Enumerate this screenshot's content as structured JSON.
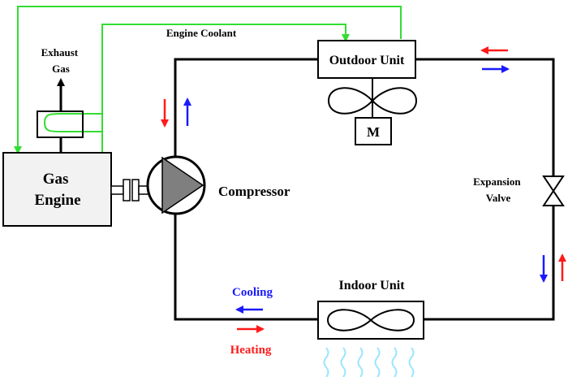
{
  "labels": {
    "engine_coolant": "Engine Coolant",
    "exhaust_line1": "Exhaust",
    "exhaust_line2": "Gas",
    "gas_engine_line1": "Gas",
    "gas_engine_line2": "Engine",
    "outdoor_unit": "Outdoor Unit",
    "motor": "M",
    "compressor": "Compressor",
    "expansion_line1": "Expansion",
    "expansion_line2": "Valve",
    "indoor_unit": "Indoor Unit",
    "cooling": "Cooling",
    "heating": "Heating"
  },
  "colors": {
    "line": "#000000",
    "coolant": "#33dd33",
    "cooling": "#1a1aff",
    "heating": "#ff1a1a",
    "unit_fill": "#ffffff",
    "engine_fill": "#f2f2f2",
    "compressor_triangle": "#7f7f7f",
    "air_waves": "#99e6ff"
  }
}
